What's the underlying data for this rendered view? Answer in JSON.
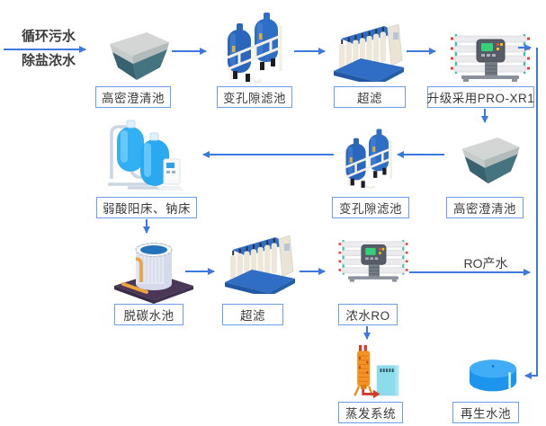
{
  "flow": {
    "source": {
      "line1": "循环污水",
      "line2": "除盐浓水"
    },
    "nodes": [
      {
        "id": "clarifier-1",
        "label": "高密澄清池",
        "icon": "clarifier-icon"
      },
      {
        "id": "pore-filter-1",
        "label": "变孔隙滤池",
        "icon": "blue-tanks-icon"
      },
      {
        "id": "ultrafiltration-1",
        "label": "超滤",
        "icon": "uf-skid-icon"
      },
      {
        "id": "pro-xr1",
        "label": "升级采用PRO-XR1",
        "icon": "ro-skid-icon"
      },
      {
        "id": "softener-beds",
        "label": "弱酸阳床、钠床",
        "icon": "ion-exchange-icon"
      },
      {
        "id": "pore-filter-2",
        "label": "变孔隙滤池",
        "icon": "blue-tanks-icon"
      },
      {
        "id": "clarifier-2",
        "label": "高密澄清池",
        "icon": "clarifier-icon"
      },
      {
        "id": "decarb-tank",
        "label": "脱碳水池",
        "icon": "decarb-tank-icon"
      },
      {
        "id": "ultrafiltration-2",
        "label": "超滤",
        "icon": "uf-skid-icon"
      },
      {
        "id": "concentrate-ro",
        "label": "浓水RO",
        "icon": "ro-skid-icon"
      },
      {
        "id": "evaporation",
        "label": "蒸发系统",
        "icon": "evaporator-icon"
      },
      {
        "id": "regen-pool",
        "label": "再生水池",
        "icon": "pool-icon"
      }
    ],
    "edge_labels": {
      "ro_product": "RO产水"
    },
    "colors": {
      "arrow": "#3c78dd",
      "label_border": "#6f9ee8",
      "label_text": "#3a3a3a"
    }
  }
}
